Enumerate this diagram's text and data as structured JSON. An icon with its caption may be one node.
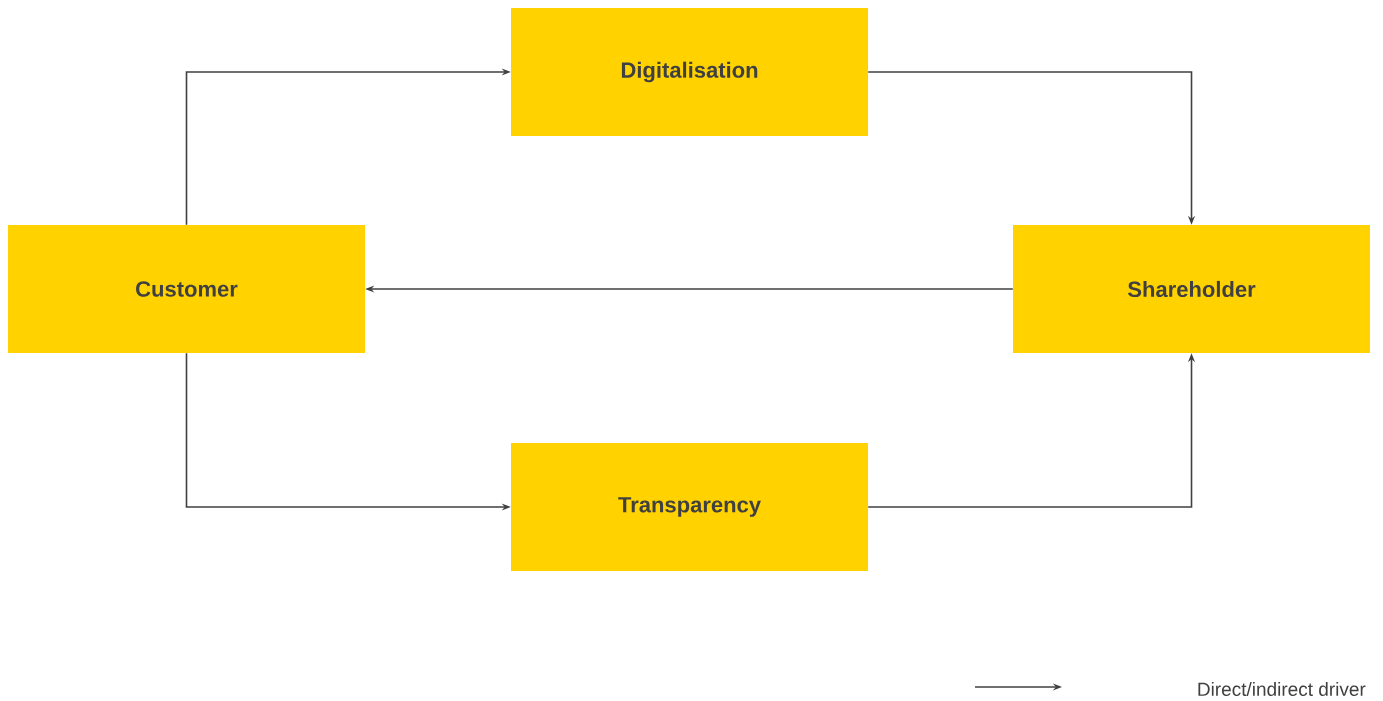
{
  "diagram": {
    "nodes": [
      {
        "text": [
          "Customer"
        ]
      },
      {
        "text": [
          "Digitalisation"
        ]
      },
      {
        "text": [
          "Transparency"
        ]
      },
      {
        "text": [
          "Shareholder"
        ]
      }
    ],
    "edges": [
      {
        "from": 0,
        "to": 1,
        "arrow": "to"
      },
      {
        "from": 1,
        "to": 3,
        "arrow": "to"
      },
      {
        "from": 3,
        "to": 0,
        "arrow": "to"
      },
      {
        "from": 0,
        "to": 2,
        "arrow": "to"
      },
      {
        "from": 2,
        "to": 3,
        "arrow": "to"
      }
    ],
    "legend": [
      {
        "text": "Direct/indirect driver"
      }
    ]
  }
}
